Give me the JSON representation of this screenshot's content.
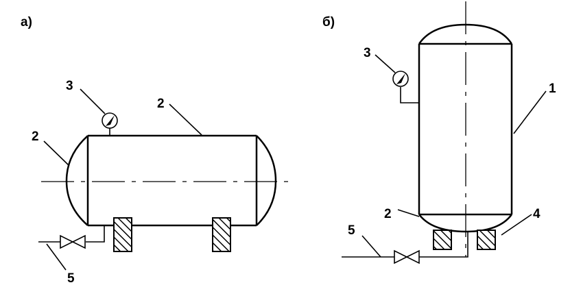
{
  "figure_a": {
    "label": "а)",
    "callouts": {
      "gauge": "3",
      "head": "2",
      "shell": "2",
      "pipe": "5"
    }
  },
  "figure_b": {
    "label": "б)",
    "callouts": {
      "gauge": "3",
      "shell": "1",
      "head": "2",
      "support": "4",
      "pipe": "5"
    }
  }
}
